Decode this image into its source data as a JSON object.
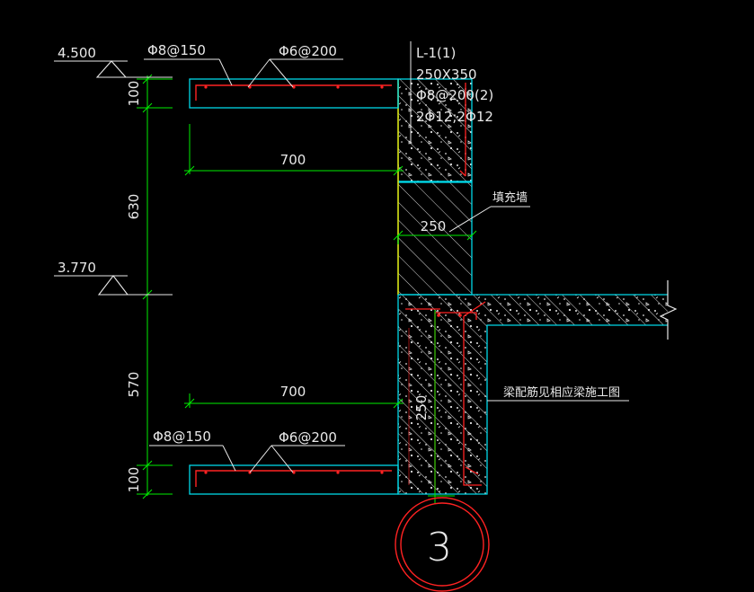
{
  "drawing": {
    "elevations": {
      "top": "4.500",
      "mid": "3.770"
    },
    "rebar": {
      "top_main": "Φ8@150",
      "top_dist": "Φ6@200",
      "bottom_main": "Φ8@150",
      "bottom_dist": "Φ6@200"
    },
    "beam": {
      "name": "L-1(1)",
      "size": "250X350",
      "stirrup": "Φ8@200(2)",
      "long_bars": "2Φ12;2Φ12"
    },
    "dims": {
      "top_slab_thickness": "100",
      "mid_height": "630",
      "lower_height": "570",
      "bottom_slab_thickness": "100",
      "top_width": "700",
      "wall_width": "250",
      "bottom_width": "700",
      "vertical_side": "250"
    },
    "notes": {
      "infill_wall": "填充墙",
      "beam_note": "梁配筋见相应梁施工图"
    },
    "detail_number": "3",
    "colors": {
      "concrete_outline": "#00d8e8",
      "rebar": "#ff2222",
      "dimension": "#00ee00",
      "hatch": "#e8e8e8",
      "detail_circle": "#ff2222",
      "yellow_line": "#e8e000"
    }
  }
}
